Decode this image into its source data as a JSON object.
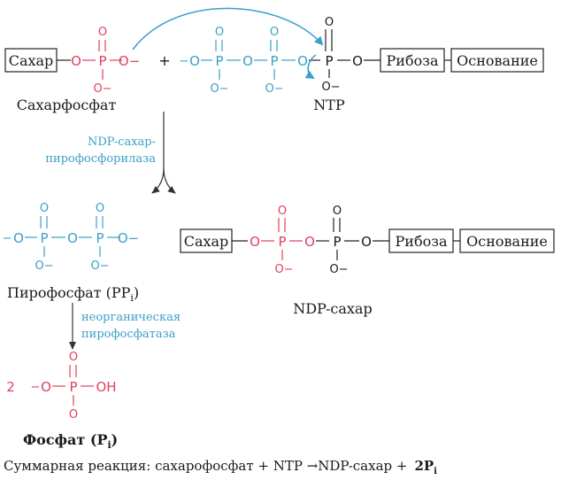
{
  "colors": {
    "sugar_phosphate": "#e0405f",
    "ntp_phosphate": "#3a9fc9",
    "text": "#1a1a1a",
    "arrow": "#3a9fc9"
  },
  "atoms": {
    "O": "O",
    "P": "P",
    "O_minus": "O−",
    "minus": "−",
    "OH": "OH",
    "plus": "+",
    "coef": "2"
  },
  "boxes": {
    "sugar": "Сахар",
    "ribose": "Рибоза",
    "base": "Основание"
  },
  "labels": {
    "sugar_phosphate": "Сахарфосфат",
    "ntp": "NTP",
    "enzyme1_line1": "NDP-сахар-",
    "enzyme1_line2": "пирофосфорилаза",
    "pyrophosphate": "Пирофосфат (PP",
    "pyrophosphate_sub": "i",
    "pyrophosphate_close": ")",
    "ndp_sugar": "NDP-сахар",
    "enzyme2_line1": "неорганическая",
    "enzyme2_line2": "пирофосфатаза",
    "phosphate": "Фосфат (P",
    "phosphate_sub": "i",
    "phosphate_close": ")",
    "summary": "Суммарная реакция: сахарофосфат + NTP →NDP-сахар +",
    "summary_product": "2P",
    "summary_sub": "i"
  }
}
